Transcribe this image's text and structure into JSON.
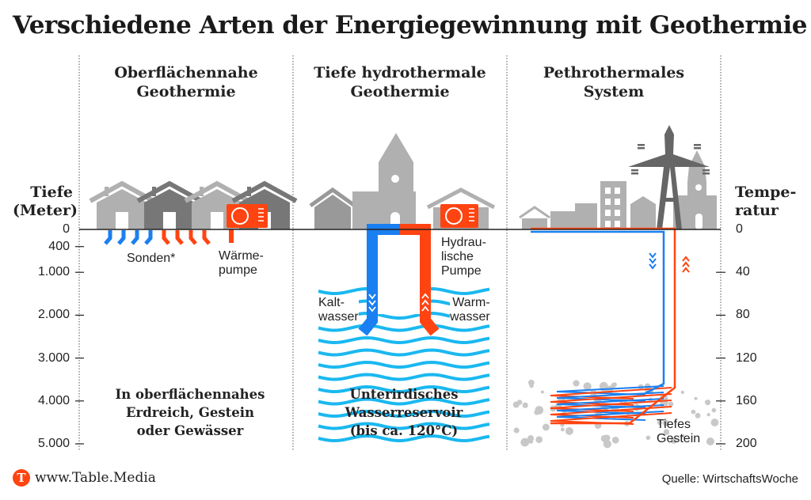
{
  "title": "Verschiedene Arten der Energiegewinnung mit Geothermie",
  "columns": [
    {
      "heading": [
        "Oberflächennahe",
        "Geothermie"
      ],
      "labels": {
        "probes": "Sonden*",
        "pump": [
          "Wärme-",
          "pumpe"
        ]
      },
      "description": [
        "In oberflächennahes",
        "Erdreich, Gestein",
        "oder Gewässer"
      ]
    },
    {
      "heading": [
        "Tiefe hydrothermale",
        "Geothermie"
      ],
      "labels": {
        "pump": [
          "Hydrau-",
          "lische",
          "Pumpe"
        ],
        "cold": [
          "Kalt-",
          "wasser"
        ],
        "warm": [
          "Warm-",
          "wasser"
        ]
      },
      "description": [
        "Unterirdisches",
        "Wasserreservoir",
        "(bis ca. 120°C)"
      ]
    },
    {
      "heading": [
        "Pethrothermales",
        "System"
      ],
      "labels": {
        "rock": [
          "Tiefes",
          "Gestein"
        ]
      }
    }
  ],
  "depth_axis": {
    "title": [
      "Tiefe",
      "(Meter)"
    ],
    "ticks": [
      {
        "v": 0,
        "label": "0"
      },
      {
        "v": 400,
        "label": "400"
      },
      {
        "v": 1000,
        "label": "1.000"
      },
      {
        "v": 2000,
        "label": "2.000"
      },
      {
        "v": 3000,
        "label": "3.000"
      },
      {
        "v": 4000,
        "label": "4.000"
      },
      {
        "v": 5000,
        "label": "5.000"
      }
    ],
    "max": 5000
  },
  "temp_axis": {
    "title": [
      "Tempe-",
      "ratur"
    ],
    "ticks": [
      "0",
      "40",
      "80",
      "120",
      "160",
      "200"
    ],
    "max": 200
  },
  "footer": {
    "brand": "www.Table.Media",
    "logo_letter": "T",
    "source": "Quelle: WirtschaftsWoche"
  },
  "colors": {
    "cold": "#1a7ff0",
    "warm": "#ff4411",
    "water": "#1ab8f0",
    "gray_light": "#b3b3b3",
    "gray_dark": "#777777"
  }
}
